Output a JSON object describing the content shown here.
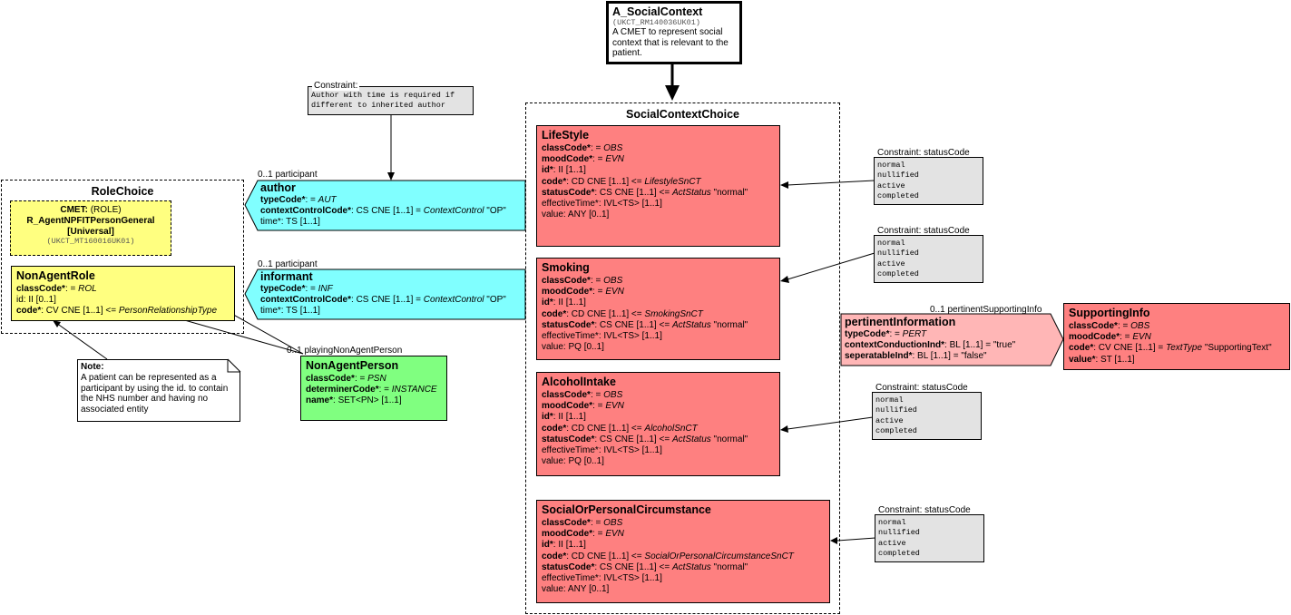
{
  "entry": {
    "title": "A_SocialContext",
    "id": "(UKCT_RM140036UK01)",
    "description": "A CMET to represent social context that is relevant to the patient."
  },
  "choice": {
    "title": "SocialContextChoice"
  },
  "observations": [
    {
      "title": "LifeStyle",
      "rows": [
        {
          "name": "classCode",
          "req": "*",
          "sep": ": = ",
          "val": "OBS",
          "italic": true,
          "bold": true
        },
        {
          "name": "moodCode",
          "req": "*",
          "sep": ": = ",
          "val": "EVN",
          "italic": true,
          "bold": true
        },
        {
          "name": "id",
          "req": "*",
          "sep": ": ",
          "val": "II [1..1]",
          "italic": false,
          "bold": true
        },
        {
          "name": "code",
          "req": "*",
          "sep": ": CD CNE [1..1] <= ",
          "val": "LifestyleSnCT",
          "italic": true,
          "bold": true
        },
        {
          "name": "statusCode",
          "req": "*",
          "sep": ": CS CNE [1..1] <= ",
          "val": "ActStatus",
          "tail": " \"normal\"",
          "italic": true,
          "bold": true
        },
        {
          "name": "effectiveTime",
          "req": "*",
          "sep": ": IVL<TS> [1..1]",
          "val": "",
          "italic": false,
          "bold": false
        },
        {
          "name": "value",
          "req": "",
          "sep": ": ANY [0..1]",
          "val": "",
          "italic": false,
          "bold": false
        }
      ]
    },
    {
      "title": "Smoking",
      "rows": [
        {
          "name": "classCode",
          "req": "*",
          "sep": ": = ",
          "val": "OBS",
          "italic": true,
          "bold": true
        },
        {
          "name": "moodCode",
          "req": "*",
          "sep": ": = ",
          "val": "EVN",
          "italic": true,
          "bold": true
        },
        {
          "name": "id",
          "req": "*",
          "sep": ": II [1..1]",
          "val": "",
          "italic": false,
          "bold": true
        },
        {
          "name": "code",
          "req": "*",
          "sep": ": CD CNE [1..1] <= ",
          "val": "SmokingSnCT",
          "italic": true,
          "bold": true
        },
        {
          "name": "statusCode",
          "req": "*",
          "sep": ": CS CNE [1..1] <= ",
          "val": "ActStatus",
          "tail": " \"normal\"",
          "italic": true,
          "bold": true
        },
        {
          "name": "effectiveTime",
          "req": "*",
          "sep": ": IVL<TS> [1..1]",
          "val": "",
          "italic": false,
          "bold": false
        },
        {
          "name": "value",
          "req": "",
          "sep": ": PQ [0..1]",
          "val": "",
          "italic": false,
          "bold": false
        }
      ]
    },
    {
      "title": "AlcoholIntake",
      "rows": [
        {
          "name": "classCode",
          "req": "*",
          "sep": ": = ",
          "val": "OBS",
          "italic": true,
          "bold": true
        },
        {
          "name": "moodCode",
          "req": "*",
          "sep": ": = ",
          "val": "EVN",
          "italic": true,
          "bold": true
        },
        {
          "name": "id",
          "req": "*",
          "sep": ": II [1..1]",
          "val": "",
          "italic": false,
          "bold": true
        },
        {
          "name": "code",
          "req": "*",
          "sep": ": CD CNE [1..1] <= ",
          "val": "AlcoholSnCT",
          "italic": true,
          "bold": true
        },
        {
          "name": "statusCode",
          "req": "*",
          "sep": ": CS CNE [1..1] <= ",
          "val": "ActStatus",
          "tail": " \"normal\"",
          "italic": true,
          "bold": true
        },
        {
          "name": "effectiveTime",
          "req": "*",
          "sep": ": IVL<TS> [1..1]",
          "val": "",
          "italic": false,
          "bold": false
        },
        {
          "name": "value",
          "req": "",
          "sep": ": PQ [0..1]",
          "val": "",
          "italic": false,
          "bold": false
        }
      ]
    },
    {
      "title": "SocialOrPersonalCircumstance",
      "rows": [
        {
          "name": "classCode",
          "req": "*",
          "sep": ": = ",
          "val": "OBS",
          "italic": true,
          "bold": true
        },
        {
          "name": "moodCode",
          "req": "*",
          "sep": ": = ",
          "val": "EVN",
          "italic": true,
          "bold": true
        },
        {
          "name": "id",
          "req": "*",
          "sep": ": II [1..1]",
          "val": "",
          "italic": false,
          "bold": true
        },
        {
          "name": "code",
          "req": "*",
          "sep": ": CD CNE [1..1] <= ",
          "val": "SocialOrPersonalCircumstanceSnCT",
          "italic": true,
          "bold": true
        },
        {
          "name": "statusCode",
          "req": "*",
          "sep": ": CS CNE [1..1] <= ",
          "val": "ActStatus",
          "tail": " \"normal\"",
          "italic": true,
          "bold": true
        },
        {
          "name": "effectiveTime",
          "req": "*",
          "sep": ": IVL<TS> [1..1]",
          "val": "",
          "italic": false,
          "bold": false
        },
        {
          "name": "value",
          "req": "",
          "sep": ": ANY [0..1]",
          "val": "",
          "italic": false,
          "bold": false
        }
      ]
    }
  ],
  "status_constraint": {
    "header": "Constraint: statusCode",
    "values": [
      "normal",
      "nullified",
      "active",
      "completed"
    ]
  },
  "author_constraint": {
    "header": "Constraint:",
    "text": "Author with time is required if different to inherited author"
  },
  "author": {
    "multiplicity": "0..1 participant",
    "title": "author",
    "typeCode": {
      "name": "typeCode",
      "req": "*",
      "val": "AUT"
    },
    "context": {
      "name": "contextControlCode",
      "req": "*",
      "pre": ": CS CNE [1..1] = ",
      "val": "ContextControl",
      "tail": " \"OP\""
    },
    "time": "time*: TS [1..1]"
  },
  "informant": {
    "multiplicity": "0..1 participant",
    "title": "informant",
    "typeCode": {
      "name": "typeCode",
      "req": "*",
      "val": "INF"
    },
    "context": {
      "name": "contextControlCode",
      "req": "*",
      "pre": ": CS CNE [1..1] = ",
      "val": "ContextControl",
      "tail": " \"OP\""
    },
    "time": "time*: TS [1..1]"
  },
  "role_choice": {
    "title": "RoleChoice",
    "cmet_label": "CMET:",
    "cmet_kind": " (ROLE)",
    "cmet_name": "R_AgentNPFITPersonGeneral",
    "cmet_variant": "[Universal]",
    "cmet_id": "(UKCT_MT160016UK01)"
  },
  "non_agent_role": {
    "title": "NonAgentRole",
    "classCode": {
      "name": "classCode",
      "req": "*",
      "val": "ROL"
    },
    "id": "id: II [0..1]",
    "code": {
      "name": "code",
      "req": "*",
      "pre": ": CV CNE [1..1] <= ",
      "val": "PersonRelationshipType"
    }
  },
  "note": {
    "label": "Note:",
    "text": "A patient can be represented as  a participant by using the id. to contain the NHS number and having no associated entity"
  },
  "non_agent_person": {
    "multiplicity": "0..1 playingNonAgentPerson",
    "title": "NonAgentPerson",
    "classCode": {
      "name": "classCode",
      "req": "*",
      "val": "PSN"
    },
    "determinerCode": {
      "name": "determinerCode",
      "req": "*",
      "val": "INSTANCE"
    },
    "name": {
      "name": "name",
      "req": "*",
      "tail": ": SET<PN> [1..1]"
    }
  },
  "pertinent_information": {
    "multiplicity": "0..1 pertinentSupportingInfo",
    "title": "pertinentInformation",
    "typeCode": {
      "name": "typeCode",
      "req": "*",
      "val": "PERT"
    },
    "contextConduction": {
      "name": "contextConductionInd",
      "req": "*",
      "tail": ": BL [1..1] = \"true\""
    },
    "separatable": {
      "name": "seperatableInd",
      "req": "*",
      "tail": ": BL [1..1] = \"false\""
    }
  },
  "supporting_info": {
    "title": "SupportingInfo",
    "classCode": {
      "name": "classCode",
      "req": "*",
      "val": "OBS"
    },
    "moodCode": {
      "name": "moodCode",
      "req": "*",
      "val": "EVN"
    },
    "code": {
      "name": "code",
      "req": "*",
      "pre": ": CV CNE [1..1] = ",
      "val": "TextType",
      "tail": " \"SupportingText\""
    },
    "value": {
      "name": "value",
      "req": "*",
      "tail": ": ST [1..1]"
    }
  }
}
